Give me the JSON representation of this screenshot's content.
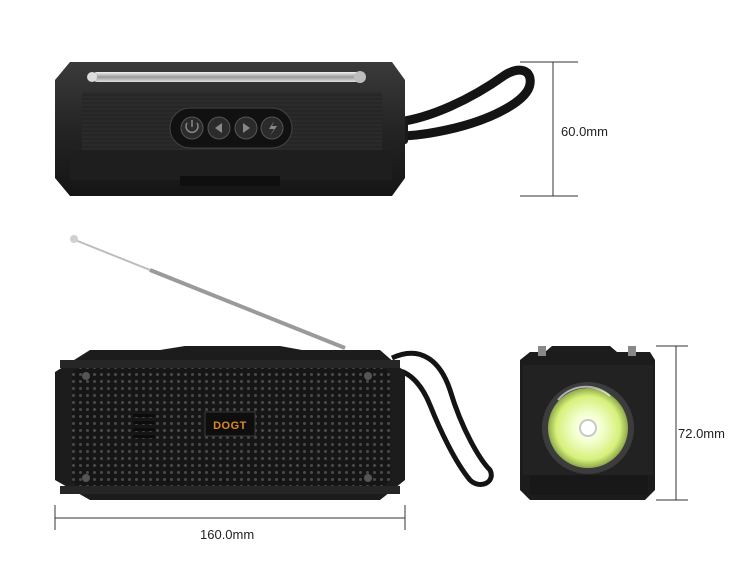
{
  "dimensions": {
    "height_top_view": "60.0mm",
    "length_front_view": "160.0mm",
    "height_side_view": "72.0mm"
  },
  "brand_logo_text": "DOGT",
  "colors": {
    "body": "#1c1c1c",
    "body_highlight": "#3a3a3a",
    "antenna": "#c8c8c8",
    "strap": "#141414",
    "lamp": "#e8ffb0",
    "logo_orange": "#e08a1e",
    "logo_blue": "#2a6fd6",
    "dim_line": "#333333"
  }
}
